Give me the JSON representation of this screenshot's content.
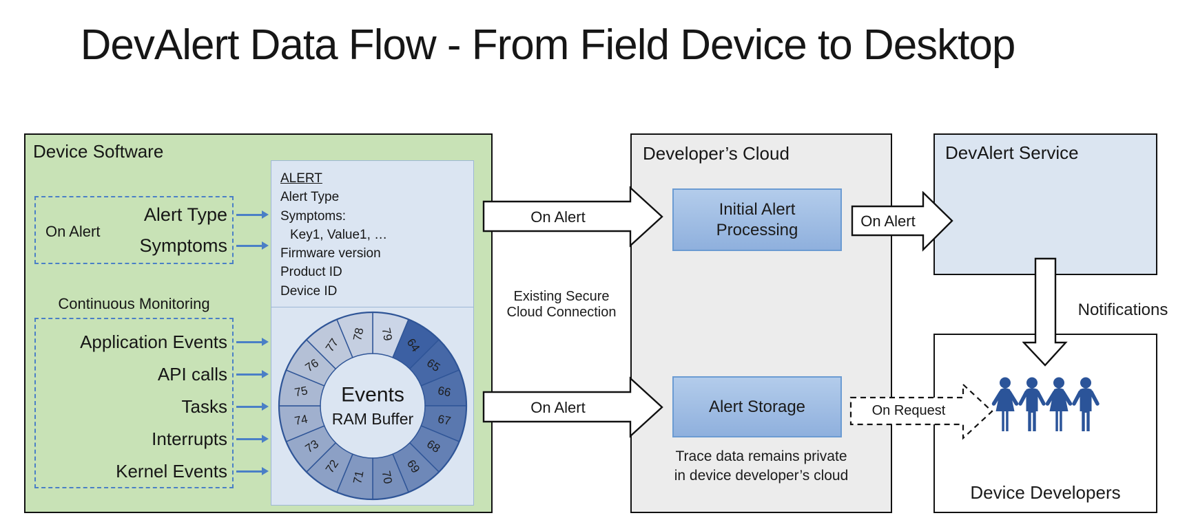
{
  "title": "DevAlert Data Flow - From Field Device to Desktop",
  "device_software": {
    "title": "Device Software",
    "on_alert_label": "On Alert",
    "alert_items": [
      "Alert Type",
      "Symptoms"
    ],
    "monitoring_label": "Continuous Monitoring",
    "monitoring_items": [
      "Application Events",
      "API calls",
      "Tasks",
      "Interrupts",
      "Kernel Events"
    ]
  },
  "alert_record": {
    "heading": "ALERT",
    "fields": [
      "Alert Type",
      "Symptoms:",
      "Key1, Value1, …",
      "Firmware version",
      "Product ID",
      "Device ID"
    ]
  },
  "ring_buffer": {
    "center_title": "Events",
    "center_subtitle": "RAM Buffer",
    "segments": [
      {
        "label": "79",
        "color": "#CBD5E7"
      },
      {
        "label": "64",
        "color": "#3C60A3"
      },
      {
        "label": "65",
        "color": "#4668A7"
      },
      {
        "label": "66",
        "color": "#5070AB"
      },
      {
        "label": "67",
        "color": "#5A78AF"
      },
      {
        "label": "68",
        "color": "#6480B4"
      },
      {
        "label": "69",
        "color": "#6E88B8"
      },
      {
        "label": "70",
        "color": "#7890BC"
      },
      {
        "label": "71",
        "color": "#8298C1"
      },
      {
        "label": "72",
        "color": "#8CA0C5"
      },
      {
        "label": "73",
        "color": "#96A8C9"
      },
      {
        "label": "74",
        "color": "#A0B0CE"
      },
      {
        "label": "75",
        "color": "#AAB8D2"
      },
      {
        "label": "76",
        "color": "#B4C0D6"
      },
      {
        "label": "77",
        "color": "#BEC8DB"
      },
      {
        "label": "78",
        "color": "#C5CFE1"
      }
    ]
  },
  "flow": {
    "on_alert_top": "On Alert",
    "on_alert_bottom": "On Alert",
    "on_alert_service": "On Alert",
    "connection_note": [
      "Existing Secure",
      "Cloud Connection"
    ],
    "on_request": "On Request",
    "notifications": "Notifications"
  },
  "developers_cloud": {
    "title": "Developer’s Cloud",
    "initial_processing_lines": [
      "Initial Alert",
      "Processing"
    ],
    "alert_storage": "Alert Storage",
    "privacy_note": [
      "Trace data remains private",
      "in device developer’s cloud"
    ]
  },
  "devalert_service": {
    "title": "DevAlert Service"
  },
  "device_developers": {
    "title": "Device Developers"
  },
  "colors": {
    "device_box_fill": "#C8E2B6",
    "cloud_box_fill": "#ECECEC",
    "service_box_fill": "#DBE5F1",
    "panel_fill": "#DBE5F2",
    "accent_blue": "#4A7FC6",
    "process_box_top": "#B3CCEB",
    "process_box_bottom": "#8FB0DD",
    "process_box_border": "#6B9BD2",
    "people_blue": "#2B5499",
    "ring_stroke": "#2F5597"
  }
}
